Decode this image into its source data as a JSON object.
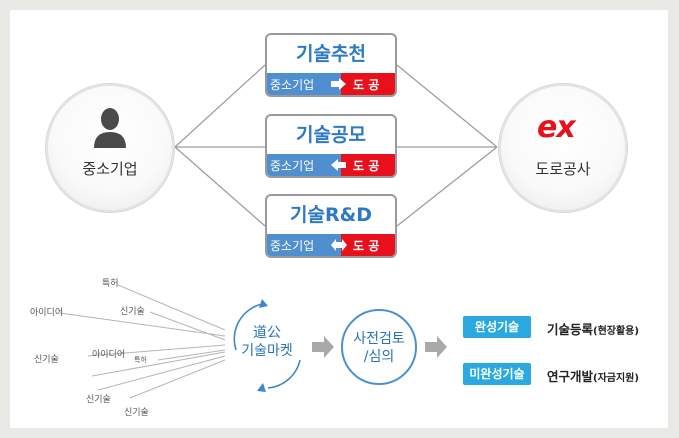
{
  "left_node": {
    "label": "중소기업"
  },
  "right_node": {
    "label": "도로공사",
    "logo_text": "ex"
  },
  "cards": [
    {
      "title": "기술추천",
      "from": "중소기업",
      "to": "도 공"
    },
    {
      "title": "기술공모",
      "from": "중소기업",
      "to": "도 공"
    },
    {
      "title": "기술R&D",
      "from": "중소기업",
      "to": "도 공"
    }
  ],
  "idea_words": [
    "특허",
    "아이디어",
    "신기술",
    "아이디어",
    "특허",
    "신기술",
    "신기술",
    "신기술"
  ],
  "market": {
    "line1": "道公",
    "line2": "기술마켓"
  },
  "review": {
    "line1": "사전검토",
    "line2": "/심의"
  },
  "outcomes": [
    {
      "badge": "완성기술",
      "result": "기술등록",
      "detail": "(현장활용)"
    },
    {
      "badge": "미완성기술",
      "result": "연구개발",
      "detail": "(자금지원)"
    }
  ],
  "colors": {
    "blue": "#4f8fcf",
    "red": "#e8101a",
    "title_blue": "#2b79c7",
    "pill": "#29a9e0",
    "arrow_gray": "#a9a9a9"
  }
}
